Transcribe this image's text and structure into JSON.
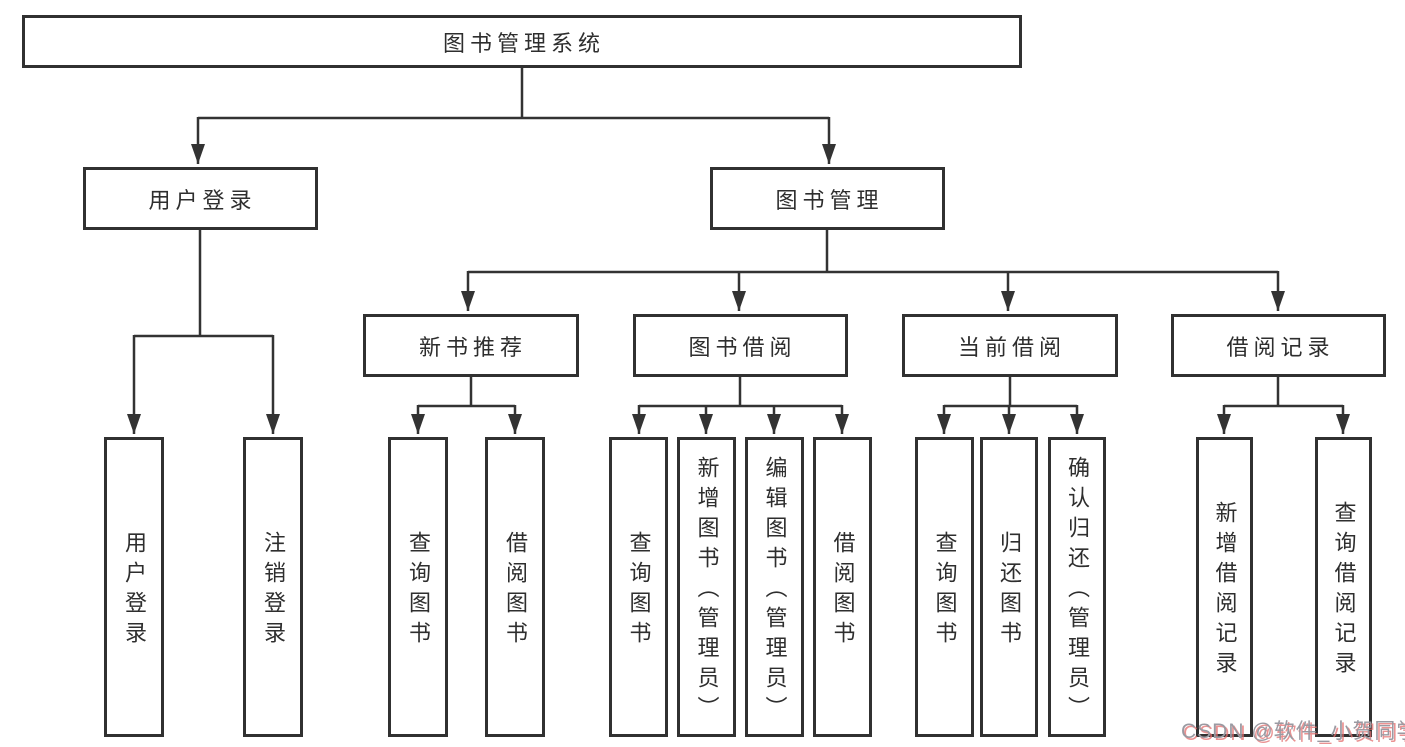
{
  "diagram": {
    "root": {
      "label": "图书管理系统"
    },
    "level2": {
      "user_login": {
        "label": "用户登录"
      },
      "book_mgmt": {
        "label": "图书管理"
      }
    },
    "level3": {
      "new_book": {
        "label": "新书推荐"
      },
      "book_borrow": {
        "label": "图书借阅"
      },
      "current_borrow": {
        "label": "当前借阅"
      },
      "borrow_records": {
        "label": "借阅记录"
      }
    },
    "leaves": {
      "user_login": [
        "用户登录",
        "注销登录"
      ],
      "new_book": [
        "查询图书",
        "借阅图书"
      ],
      "book_borrow": [
        "查询图书",
        "新增图书（管理员）",
        "编辑图书（管理员）",
        "借阅图书"
      ],
      "current_borrow": [
        "查询图书",
        "归还图书",
        "确认归还（管理员）"
      ],
      "borrow_records": [
        "新增借阅记录",
        "查询借阅记录"
      ]
    }
  },
  "watermark": {
    "text": "CSDN @软件_小贺同学"
  },
  "colors": {
    "line": "#333333",
    "box_border": "#313131",
    "text": "#2e2e2e",
    "background": "#ffffff",
    "watermark_gray": "#9a9aa2",
    "watermark_red": "#e36d6d"
  }
}
